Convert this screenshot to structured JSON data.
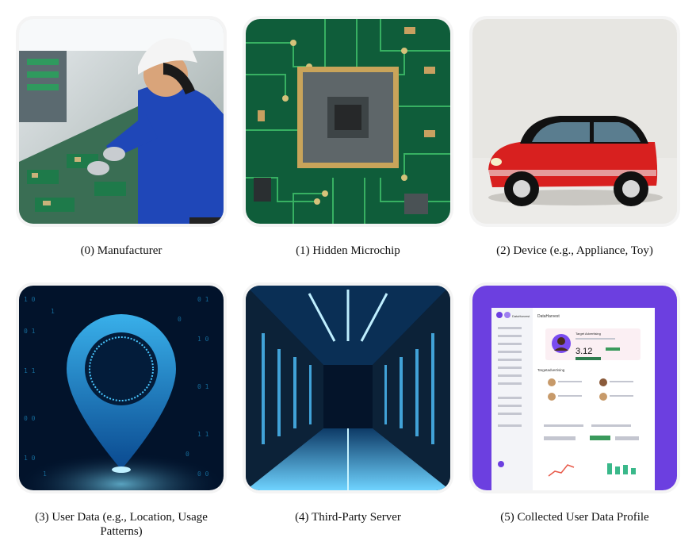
{
  "captions": [
    "(0) Manufacturer",
    "(1) Hidden Microchip",
    "(2) Device (e.g., Appliance, Toy)",
    "(3) User Data (e.g., Location, Usage Patterns)",
    "(4) Third-Party Server",
    "(5) Collected User Data Profile"
  ],
  "profile_ui": {
    "app_name": "DataHarvest",
    "page_title": "DataHarvest",
    "card_title": "Target Advertising",
    "card_value": "3.12",
    "section_title": "Targetadvertising"
  }
}
